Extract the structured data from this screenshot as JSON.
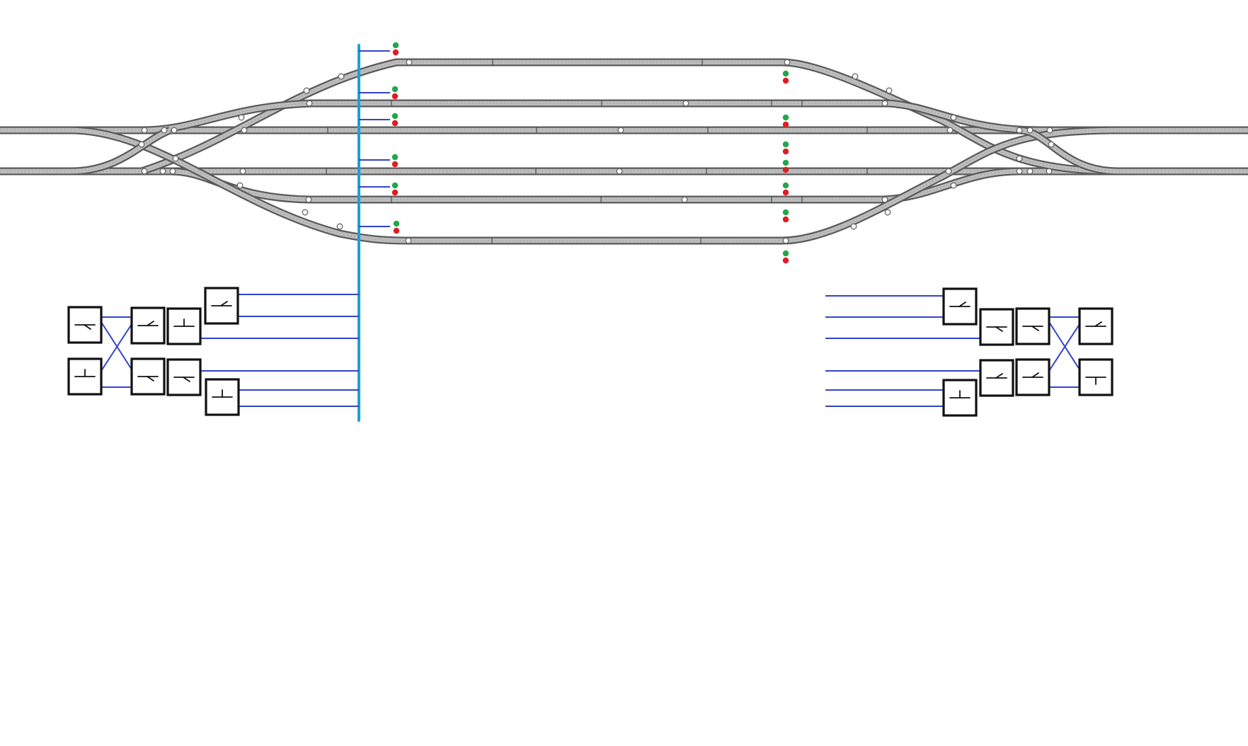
{
  "diagram": {
    "kind": "track-layout",
    "colors": {
      "rail": "#5a5a5a",
      "rail_fill": "#bdbdbd",
      "bus": "#1aa0e0",
      "wire": "#3344cc",
      "signal_go": "#1fa84a",
      "signal_stop": "#e21b22",
      "switch_border": "#111111"
    },
    "tracks": [
      {
        "id": "main-upper"
      },
      {
        "id": "main-lower"
      },
      {
        "id": "siding-top"
      },
      {
        "id": "siding-upper"
      },
      {
        "id": "siding-lower"
      },
      {
        "id": "siding-bottom"
      }
    ],
    "signals": [
      {
        "group": "west",
        "state": "green-red"
      },
      {
        "group": "west",
        "state": "green-red"
      },
      {
        "group": "west",
        "state": "green-red"
      },
      {
        "group": "west",
        "state": "green-red"
      },
      {
        "group": "west",
        "state": "green-red"
      },
      {
        "group": "west",
        "state": "green-red"
      },
      {
        "group": "east",
        "state": "green-red"
      },
      {
        "group": "east",
        "state": "green-red"
      },
      {
        "group": "east",
        "state": "green-red"
      },
      {
        "group": "east",
        "state": "green-red"
      },
      {
        "group": "east",
        "state": "green-red"
      },
      {
        "group": "east",
        "state": "green-red"
      },
      {
        "group": "east",
        "state": "green-red"
      }
    ],
    "switch_panels": {
      "west": {
        "count": 8,
        "icon": "turnout-switch-icon"
      },
      "east": {
        "count": 8,
        "icon": "turnout-switch-icon"
      }
    }
  }
}
